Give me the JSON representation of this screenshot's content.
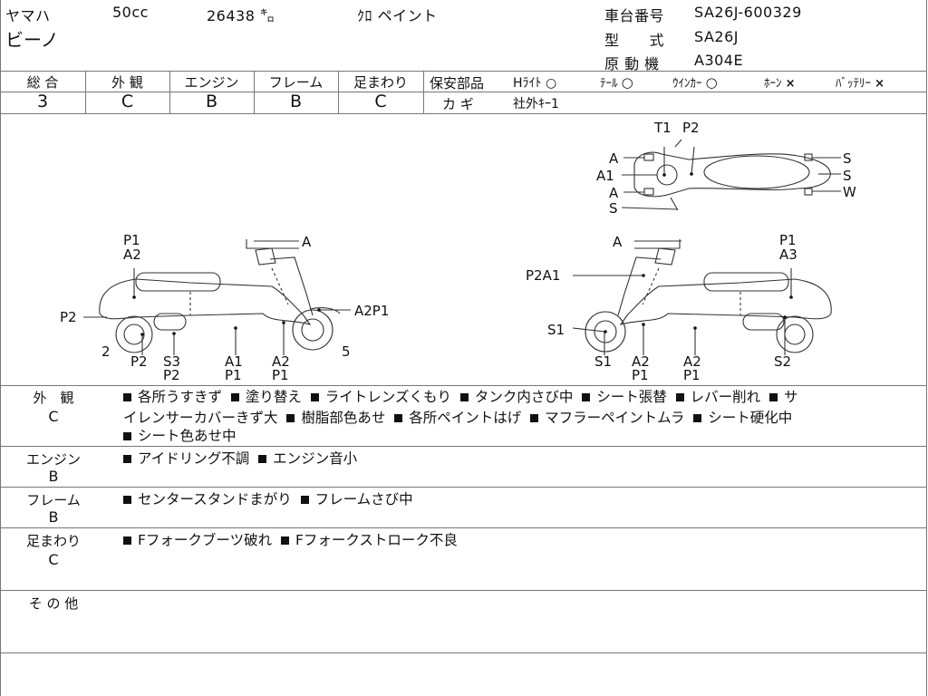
{
  "header": {
    "maker": "ヤマハ",
    "cc": "50cc",
    "mileage": "26438 ㌔",
    "color": "ｸﾛ ペイント",
    "model_name": "ビーノ",
    "frame_no_label": "車台番号",
    "frame_no": "SA26J-600329",
    "type_label": "型　　式",
    "type": "SA26J",
    "engine_label": "原 動 機",
    "engine": "A304E"
  },
  "grades": [
    {
      "label": "総 合",
      "value": "3"
    },
    {
      "label": "外 観",
      "value": "C"
    },
    {
      "label": "エンジン",
      "value": "B"
    },
    {
      "label": "フレーム",
      "value": "B"
    },
    {
      "label": "足まわり",
      "value": "C"
    }
  ],
  "safety": {
    "label": "保安部品",
    "items": [
      {
        "label": "Hﾗｲﾄ",
        "status": "○"
      },
      {
        "label": "ﾃｰﾙ",
        "status": "○"
      },
      {
        "label": "ｳｲﾝｶｰ",
        "status": "○"
      },
      {
        "label": "ﾎｰﾝ",
        "status": "×"
      },
      {
        "label": "ﾊﾞｯﾃﾘｰ",
        "status": "×"
      }
    ],
    "key_label": "カ ギ",
    "key_value": "社外ｷｰ1"
  },
  "diagram_labels": {
    "top": [
      "T1",
      "P2",
      "A",
      "A1",
      "A",
      "S",
      "S",
      "S",
      "W"
    ],
    "left": [
      "P1",
      "A2",
      "A",
      "P2",
      "A2P1",
      "2",
      "5",
      "P2",
      "S3",
      "P2",
      "A1",
      "P1",
      "A2",
      "P1"
    ],
    "right": [
      "A",
      "P1",
      "A3",
      "P2A1",
      "S1",
      "S1",
      "A2",
      "P1",
      "A2",
      "P1",
      "S2"
    ]
  },
  "sections": [
    {
      "title": "外　観",
      "grade": "C",
      "lines": [
        [
          "各所うすきず",
          "塗り替え",
          "ライトレンズくもり",
          "タンク内さび中",
          "シート張替",
          "レバー削れ",
          "サ"
        ],
        [
          "イレンサーカバーきず大",
          "樹脂部色あせ",
          "各所ペイントはげ",
          "マフラーペイントムラ",
          "シート硬化中"
        ],
        [
          "シート色あせ中"
        ]
      ]
    },
    {
      "title": "エンジン",
      "grade": "B",
      "lines": [
        [
          "アイドリング不調",
          "エンジン音小"
        ]
      ]
    },
    {
      "title": "フレーム",
      "grade": "B",
      "lines": [
        [
          "センタースタンドまがり",
          "フレームさび中"
        ]
      ]
    },
    {
      "title": "足まわり",
      "grade": "C",
      "lines": [
        [
          "Fフォークブーツ破れ",
          "Fフォークストローク不良"
        ]
      ]
    },
    {
      "title": "そ の 他",
      "grade": "",
      "lines": []
    }
  ]
}
